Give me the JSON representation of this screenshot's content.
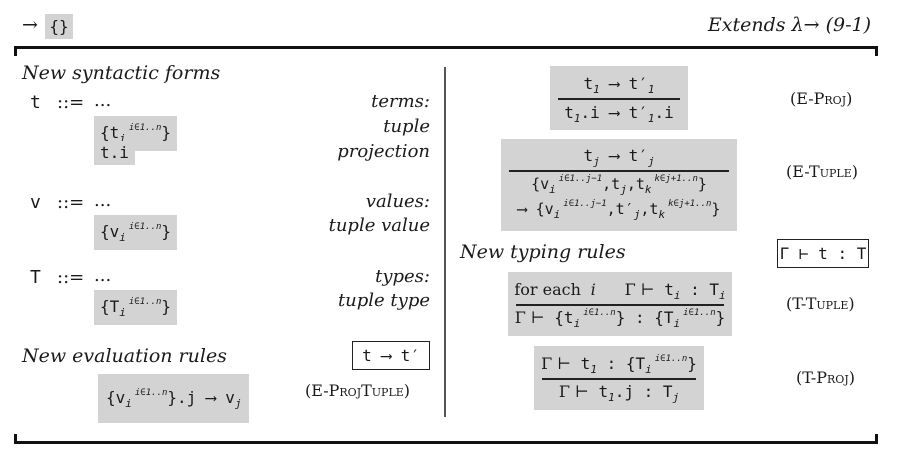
{
  "header": {
    "arrow": "→",
    "feature_box": "{}",
    "extends": "Extends λ→ (9-1)"
  },
  "syntax": {
    "title": "New syntactic forms",
    "t_meta": "t",
    "t_def": "::=",
    "t_dots": "...",
    "t_desc": "terms:",
    "tuple_desc": "tuple",
    "proj_desc": "projection",
    "v_meta": "v",
    "v_def": "::=",
    "v_dots": "...",
    "v_desc": "values:",
    "tuple_value_desc": "tuple value",
    "T_meta": "T",
    "T_def": "::=",
    "T_dots": "...",
    "T_desc": "types:",
    "tuple_type_desc": "tuple type"
  },
  "evaluation": {
    "title": "New evaluation rules",
    "judgment": "t ⟶ t′",
    "e_projtuple_name": "(E-ProjTuple)",
    "e_proj_name": "(E-Proj)",
    "e_tuple_name": "(E-Tuple)"
  },
  "typing": {
    "title": "New typing rules",
    "judgment": "Γ ⊢ t : T",
    "t_tuple_name": "(T-Tuple)",
    "t_proj_name": "(T-Proj)"
  }
}
